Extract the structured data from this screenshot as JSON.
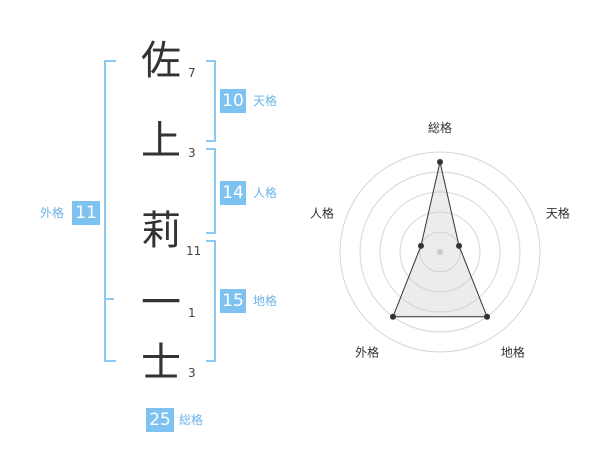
{
  "name_chars": [
    {
      "char": "佐",
      "strokes": "7"
    },
    {
      "char": "上",
      "strokes": "3"
    },
    {
      "char": "莉",
      "strokes": "11"
    },
    {
      "char": "一",
      "strokes": "1"
    },
    {
      "char": "士",
      "strokes": "3"
    }
  ],
  "kakusu": {
    "tenkaku": {
      "value": "10",
      "label": "天格"
    },
    "jinkaku": {
      "value": "14",
      "label": "人格"
    },
    "chikaku": {
      "value": "15",
      "label": "地格"
    },
    "gaikaku": {
      "value": "11",
      "label": "外格"
    },
    "soukaku": {
      "value": "25",
      "label": "総格"
    }
  },
  "colors": {
    "accent": "#7dc2f1",
    "bracket": "#89c9f2",
    "text": "#333333"
  },
  "chart_data": {
    "type": "radar",
    "axes": [
      "総格",
      "天格",
      "地格",
      "外格",
      "人格"
    ],
    "values": [
      4.5,
      1.0,
      4.0,
      4.0,
      1.0
    ],
    "max": 5,
    "rings": 5,
    "grid": true
  }
}
